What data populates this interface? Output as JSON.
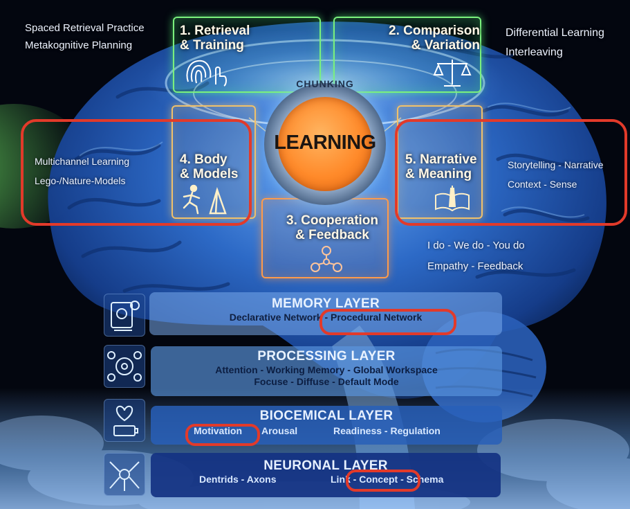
{
  "hub": {
    "center_label": "LEARNING",
    "ring_label": "CHUNKING"
  },
  "principles": [
    {
      "number_title": "1. Retrieval\n& Training",
      "icon": "fingerprint-touch-icon",
      "notes": [
        "Spaced Retrieval Practice",
        "Metakognitive Planning"
      ]
    },
    {
      "number_title": "2. Comparison\n& Variation",
      "icon": "balance-scale-icon",
      "notes": [
        "Differential Learning",
        "Interleaving"
      ]
    },
    {
      "number_title": "3. Cooperation\n& Feedback",
      "icon": "people-network-icon",
      "notes": [
        "I do - We do - You do",
        "Empathy - Feedback"
      ]
    },
    {
      "number_title": "4. Body\n& Models",
      "icon": "runner-pyramid-icon",
      "notes": [
        "Multichannel Learning",
        "Lego-/Nature-Models"
      ]
    },
    {
      "number_title": "5. Narrative\n& Meaning",
      "icon": "lighthouse-book-icon",
      "notes": [
        "Storytelling - Narrative",
        "Context - Sense"
      ]
    }
  ],
  "layers": [
    {
      "title": "MEMORY LAYER",
      "lines": [
        "Declarative Network - Procedural Network"
      ],
      "icon": "memory-brain-gears-icon"
    },
    {
      "title": "PROCESSING LAYER",
      "lines": [
        "Attention - Working Memory - Global Workspace",
        "Focuse - Diffuse - Default Mode"
      ],
      "icon": "processing-brain-gears-icon"
    },
    {
      "title": "BIOCEMICAL LAYER",
      "lines": [
        "Motivation",
        "Arousal",
        "Readiness - Regulation"
      ],
      "icon": "biochemical-heart-battery-icon"
    },
    {
      "title": "NEURONAL LAYER",
      "lines": [
        "Dentrids - Axons",
        "Link - Concept - Schema"
      ],
      "icon": "neuron-network-icon"
    }
  ],
  "colors": {
    "brain": "#2f6fd0",
    "green_panel": "#7bf07d",
    "amber_panel": "#f1c16a",
    "orange_panel": "#ff9b4a",
    "hub_core": "#ff8a2a",
    "highlight_box": "#e23a2a"
  }
}
